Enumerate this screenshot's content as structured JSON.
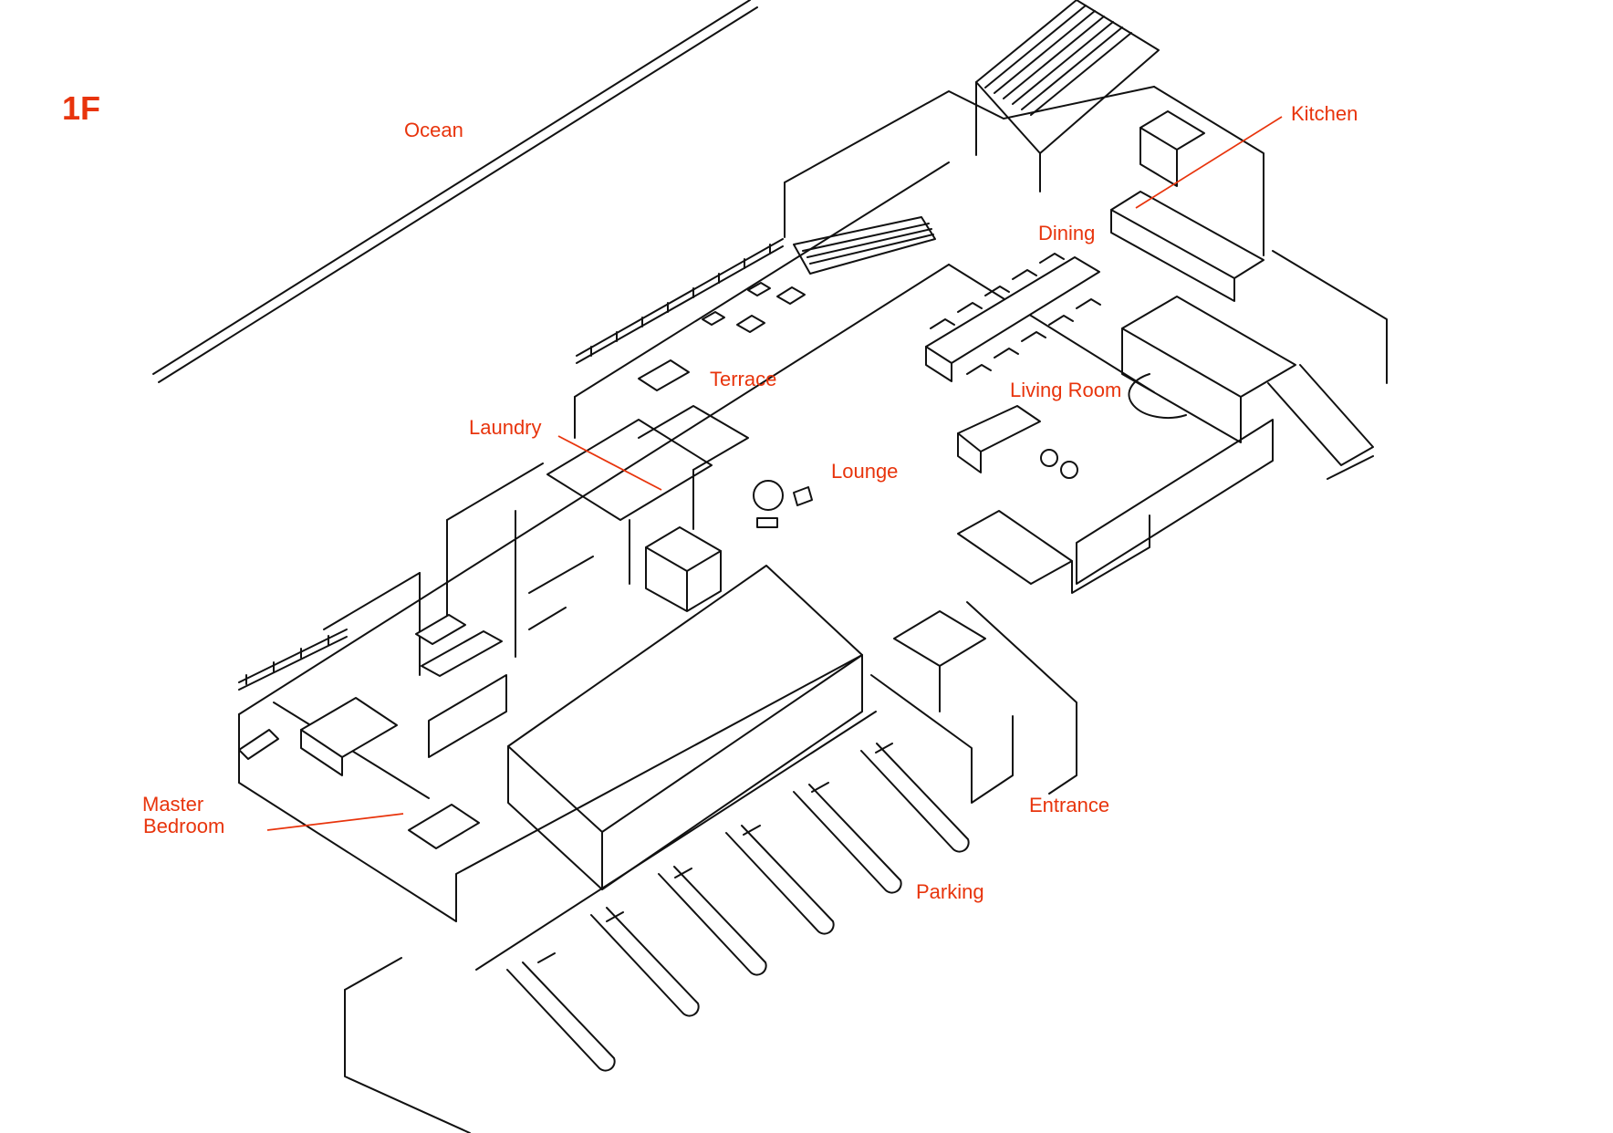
{
  "floor_label": "1F",
  "accent_color": "#e8340c",
  "line_color": "#111111",
  "labels": {
    "ocean": "Ocean",
    "kitchen": "Kitchen",
    "dining": "Dining",
    "terrace": "Terrace",
    "living_room": "Living Room",
    "laundry": "Laundry",
    "lounge": "Lounge",
    "master_bedroom": [
      "Master",
      "Bedroom"
    ],
    "entrance": "Entrance",
    "parking": "Parking"
  }
}
